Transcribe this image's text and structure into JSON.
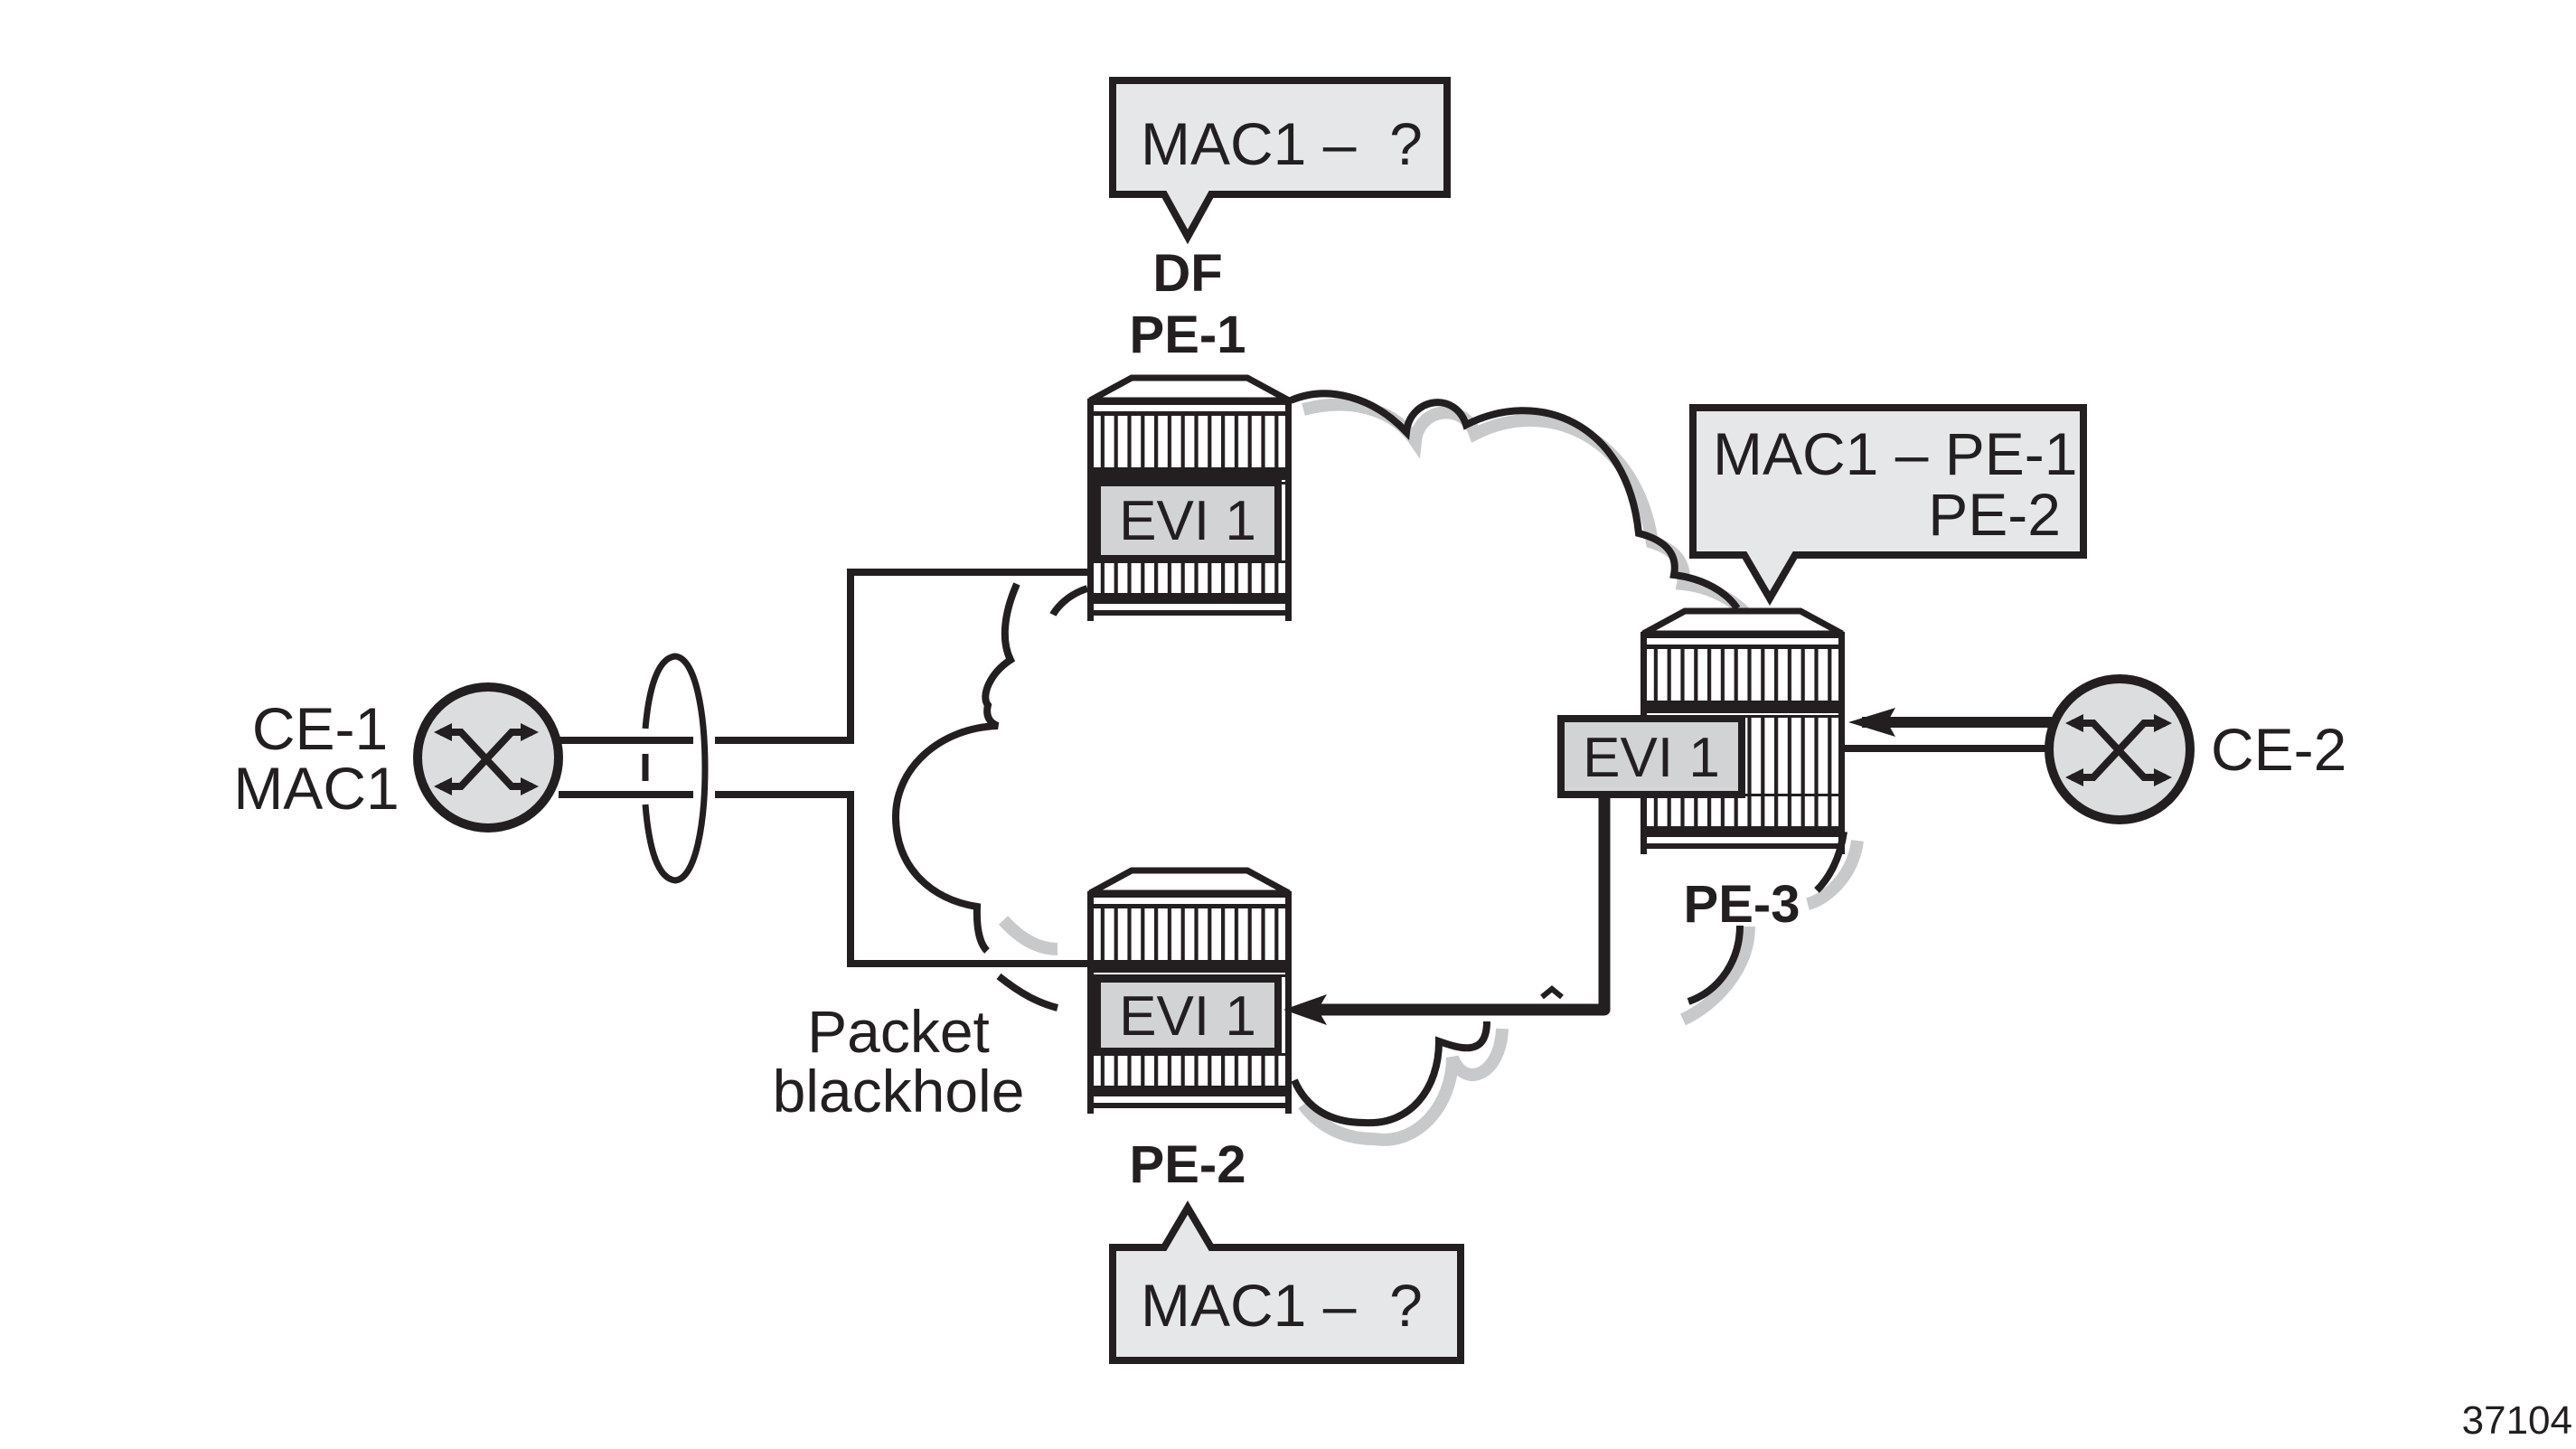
{
  "figure": {
    "id_label": "37104",
    "colors": {
      "line": "#231f20",
      "callout_fill": "#e6e7e8",
      "evi_fill": "#d1d3d4",
      "ce_fill": "#dcdddf",
      "cloud_shadow": "#c8c9cb",
      "background": "#ffffff"
    }
  },
  "nodes": {
    "pe1": {
      "label": "PE-1",
      "role": "DF",
      "evi_label": "EVI 1",
      "icon": "router-icon"
    },
    "pe2": {
      "label": "PE-2",
      "evi_label": "EVI 1",
      "icon": "router-icon"
    },
    "pe3": {
      "label": "PE-3",
      "evi_label": "EVI 1",
      "icon": "router-icon"
    },
    "ce1": {
      "label": "CE-1",
      "mac": "MAC1",
      "icon": "switch-icon"
    },
    "ce2": {
      "label": "CE-2",
      "icon": "switch-icon"
    }
  },
  "callouts": {
    "pe1": {
      "lines": [
        "MAC1 –  ?"
      ]
    },
    "pe2": {
      "lines": [
        "MAC1 –  ?"
      ]
    },
    "pe3": {
      "lines": [
        "MAC1 – PE-1",
        "PE-2"
      ]
    }
  },
  "annotations": {
    "blackhole": [
      "Packet",
      "blackhole"
    ]
  },
  "links": [
    {
      "from": "ce1",
      "to": "pe1",
      "type": "lag-member"
    },
    {
      "from": "ce1",
      "to": "pe2",
      "type": "lag-member"
    },
    {
      "from": "ce2",
      "to": "pe3",
      "type": "access",
      "arrow": "toward-pe3"
    },
    {
      "from": "pe3",
      "to": "pe2",
      "type": "traffic-flow",
      "arrow": "toward-pe2"
    }
  ]
}
